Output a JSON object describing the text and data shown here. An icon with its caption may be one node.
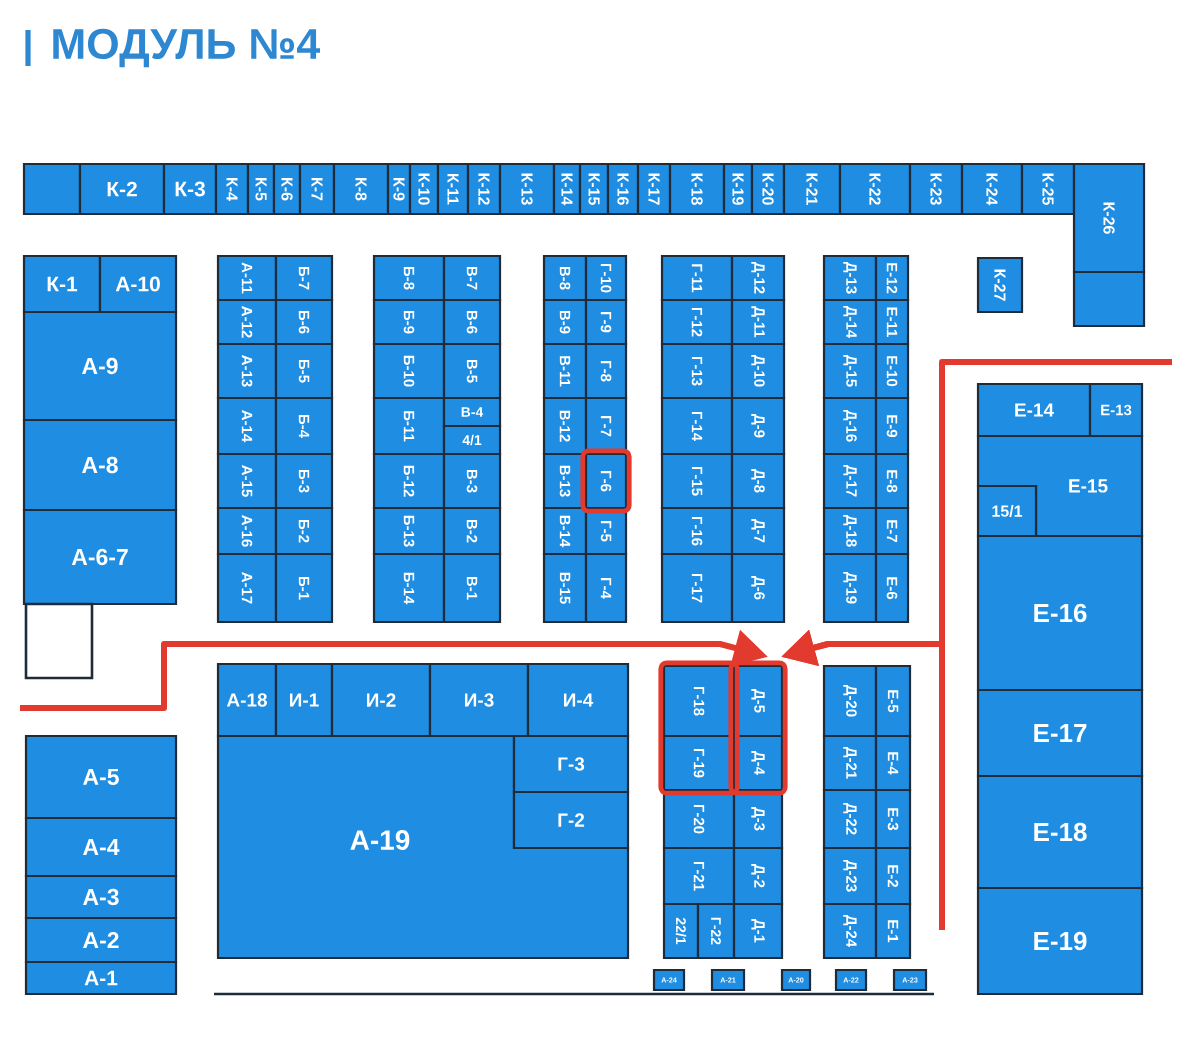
{
  "diagram": {
    "title": "МОДУЛЬ №4",
    "nodes": [
      {
        "text": [],
        "shape": "box"
      },
      {
        "text": [
          "К-2"
        ]
      },
      {
        "text": [
          "К-3"
        ]
      },
      {
        "text": [
          "К-4"
        ]
      },
      {
        "text": [
          "К-5"
        ]
      },
      {
        "text": [
          "К-6"
        ]
      },
      {
        "text": [
          "К-7"
        ]
      },
      {
        "text": [
          "К-8"
        ]
      },
      {
        "text": [
          "К-9"
        ]
      },
      {
        "text": [
          "К-10"
        ]
      },
      {
        "text": [
          "К-11"
        ]
      },
      {
        "text": [
          "К-12"
        ]
      },
      {
        "text": [
          "К-13"
        ]
      },
      {
        "text": [
          "К-14"
        ]
      },
      {
        "text": [
          "К-15"
        ]
      },
      {
        "text": [
          "К-16"
        ]
      },
      {
        "text": [
          "К-17"
        ]
      },
      {
        "text": [
          "К-18"
        ]
      },
      {
        "text": [
          "К-19"
        ]
      },
      {
        "text": [
          "К-20"
        ]
      },
      {
        "text": [
          "К-21"
        ]
      },
      {
        "text": [
          "К-22"
        ]
      },
      {
        "text": [
          "К-23"
        ]
      },
      {
        "text": [
          "К-24"
        ]
      },
      {
        "text": [
          "К-25"
        ]
      },
      {
        "text": [
          "К-26"
        ]
      },
      {
        "text": [],
        "shape": "box"
      },
      {
        "text": [
          "К-1"
        ]
      },
      {
        "text": [
          "А-10"
        ]
      },
      {
        "text": [
          "А-9"
        ]
      },
      {
        "text": [
          "А-8"
        ]
      },
      {
        "text": [
          "А-6-7"
        ]
      },
      {
        "text": [],
        "shape": "box"
      },
      {
        "text": [
          "А-11"
        ]
      },
      {
        "text": [
          "Б-7"
        ]
      },
      {
        "text": [
          "А-12"
        ]
      },
      {
        "text": [
          "Б-6"
        ]
      },
      {
        "text": [
          "А-13"
        ]
      },
      {
        "text": [
          "Б-5"
        ]
      },
      {
        "text": [
          "А-14"
        ]
      },
      {
        "text": [
          "Б-4"
        ]
      },
      {
        "text": [
          "А-15"
        ]
      },
      {
        "text": [
          "Б-3"
        ]
      },
      {
        "text": [
          "А-16"
        ]
      },
      {
        "text": [
          "Б-2"
        ]
      },
      {
        "text": [
          "А-17"
        ]
      },
      {
        "text": [
          "Б-1"
        ]
      },
      {
        "text": [
          "Б-8"
        ]
      },
      {
        "text": [
          "В-7"
        ]
      },
      {
        "text": [
          "Б-9"
        ]
      },
      {
        "text": [
          "В-6"
        ]
      },
      {
        "text": [
          "Б-10"
        ]
      },
      {
        "text": [
          "В-5"
        ]
      },
      {
        "text": [
          "Б-11"
        ]
      },
      {
        "text": [
          "В-4"
        ]
      },
      {
        "text": [
          "4/1"
        ]
      },
      {
        "text": [
          "Б-12"
        ]
      },
      {
        "text": [
          "В-3"
        ]
      },
      {
        "text": [
          "Б-13"
        ]
      },
      {
        "text": [
          "В-2"
        ]
      },
      {
        "text": [
          "Б-14"
        ]
      },
      {
        "text": [
          "В-1"
        ]
      },
      {
        "text": [
          "В-8"
        ]
      },
      {
        "text": [
          "Г-10"
        ]
      },
      {
        "text": [
          "В-9"
        ]
      },
      {
        "text": [
          "Г-9"
        ]
      },
      {
        "text": [
          "В-11"
        ]
      },
      {
        "text": [
          "Г-8"
        ]
      },
      {
        "text": [
          "В-12"
        ]
      },
      {
        "text": [
          "Г-7"
        ]
      },
      {
        "text": [
          "В-13"
        ]
      },
      {
        "text": [],
        "shape": "box"
      },
      {
        "text": [
          "Г-6"
        ],
        "in": 71
      },
      {
        "text": [
          "В-14"
        ]
      },
      {
        "text": [
          "Г-5"
        ]
      },
      {
        "text": [
          "В-15"
        ]
      },
      {
        "text": [
          "Г-4"
        ]
      },
      {
        "text": [
          "Г-11"
        ]
      },
      {
        "text": [
          "Д-12"
        ]
      },
      {
        "text": [
          "Г-12"
        ]
      },
      {
        "text": [
          "Д-11"
        ]
      },
      {
        "text": [
          "Г-13"
        ]
      },
      {
        "text": [
          "Д-10"
        ]
      },
      {
        "text": [
          "Г-14"
        ]
      },
      {
        "text": [
          "Д-9"
        ]
      },
      {
        "text": [
          "Г-15"
        ]
      },
      {
        "text": [
          "Д-8"
        ]
      },
      {
        "text": [
          "Г-16"
        ]
      },
      {
        "text": [
          "Д-7"
        ]
      },
      {
        "text": [
          "Г-17"
        ]
      },
      {
        "text": [
          "Д-6"
        ]
      },
      {
        "text": [
          "Д-13"
        ]
      },
      {
        "text": [
          "Е-12"
        ]
      },
      {
        "text": [
          "Д-14"
        ]
      },
      {
        "text": [
          "Е-11"
        ]
      },
      {
        "text": [
          "Д-15"
        ]
      },
      {
        "text": [
          "Е-10"
        ]
      },
      {
        "text": [
          "Д-16"
        ]
      },
      {
        "text": [
          "Е-9"
        ]
      },
      {
        "text": [
          "Д-17"
        ]
      },
      {
        "text": [
          "Е-8"
        ]
      },
      {
        "text": [
          "Д-18"
        ]
      },
      {
        "text": [
          "Е-7"
        ]
      },
      {
        "text": [
          "Д-19"
        ]
      },
      {
        "text": [
          "Е-6"
        ]
      },
      {
        "text": [
          "К-27"
        ]
      },
      {
        "text": [
          "Е-14"
        ]
      },
      {
        "text": [
          "Е-13"
        ]
      },
      {
        "text": [
          "Е-15"
        ]
      },
      {
        "text": [
          "15/1"
        ]
      },
      {
        "text": [
          "Е-16"
        ]
      },
      {
        "text": [
          "А-5"
        ]
      },
      {
        "text": [
          "А-4"
        ]
      },
      {
        "text": [
          "А-3"
        ]
      },
      {
        "text": [
          "А-2"
        ]
      },
      {
        "text": [
          "А-1"
        ]
      },
      {
        "text": [
          "А-18"
        ]
      },
      {
        "text": [
          "И-1"
        ]
      },
      {
        "text": [
          "И-2"
        ]
      },
      {
        "text": [
          "И-3"
        ]
      },
      {
        "text": [
          "И-4"
        ]
      },
      {
        "text": [
          "А-19"
        ]
      },
      {
        "text": [
          "Г-3"
        ]
      },
      {
        "text": [
          "Г-2"
        ]
      },
      {
        "text": [],
        "shape": "box"
      },
      {
        "text": [
          "Г-18"
        ],
        "in": 124
      },
      {
        "text": [
          "Г-19"
        ],
        "in": 124
      },
      {
        "text": [],
        "shape": "box"
      },
      {
        "text": [
          "Д-5"
        ],
        "in": 127
      },
      {
        "text": [
          "Д-4"
        ],
        "in": 127
      },
      {
        "text": [
          "Г-20"
        ]
      },
      {
        "text": [
          "Д-3"
        ]
      },
      {
        "text": [
          "Г-21"
        ]
      },
      {
        "text": [
          "Д-2"
        ]
      },
      {
        "text": [
          "22/1"
        ]
      },
      {
        "text": [
          "Г-22"
        ]
      },
      {
        "text": [
          "Д-1"
        ]
      },
      {
        "text": [
          "Д-20"
        ]
      },
      {
        "text": [
          "Е-5"
        ]
      },
      {
        "text": [
          "Д-21"
        ]
      },
      {
        "text": [
          "Е-4"
        ]
      },
      {
        "text": [
          "Д-22"
        ]
      },
      {
        "text": [
          "Е-3"
        ]
      },
      {
        "text": [
          "Д-23"
        ]
      },
      {
        "text": [
          "Е-2"
        ]
      },
      {
        "text": [
          "Д-24"
        ]
      },
      {
        "text": [
          "Е-1"
        ]
      },
      {
        "text": [
          "Е-17"
        ]
      },
      {
        "text": [
          "Е-18"
        ]
      },
      {
        "text": [
          "Е-19"
        ]
      },
      {
        "text": [
          "А-24"
        ]
      },
      {
        "text": [
          "А-21"
        ]
      },
      {
        "text": [
          "А-20"
        ]
      },
      {
        "text": [
          "А-22"
        ]
      },
      {
        "text": [
          "А-23"
        ]
      }
    ],
    "edges": [
      {
        "from": null,
        "to": 127,
        "arrow": "to"
      },
      {
        "from": null,
        "to": 127,
        "arrow": "to"
      },
      {
        "from": null,
        "to": 127,
        "arrow": "to"
      }
    ]
  }
}
